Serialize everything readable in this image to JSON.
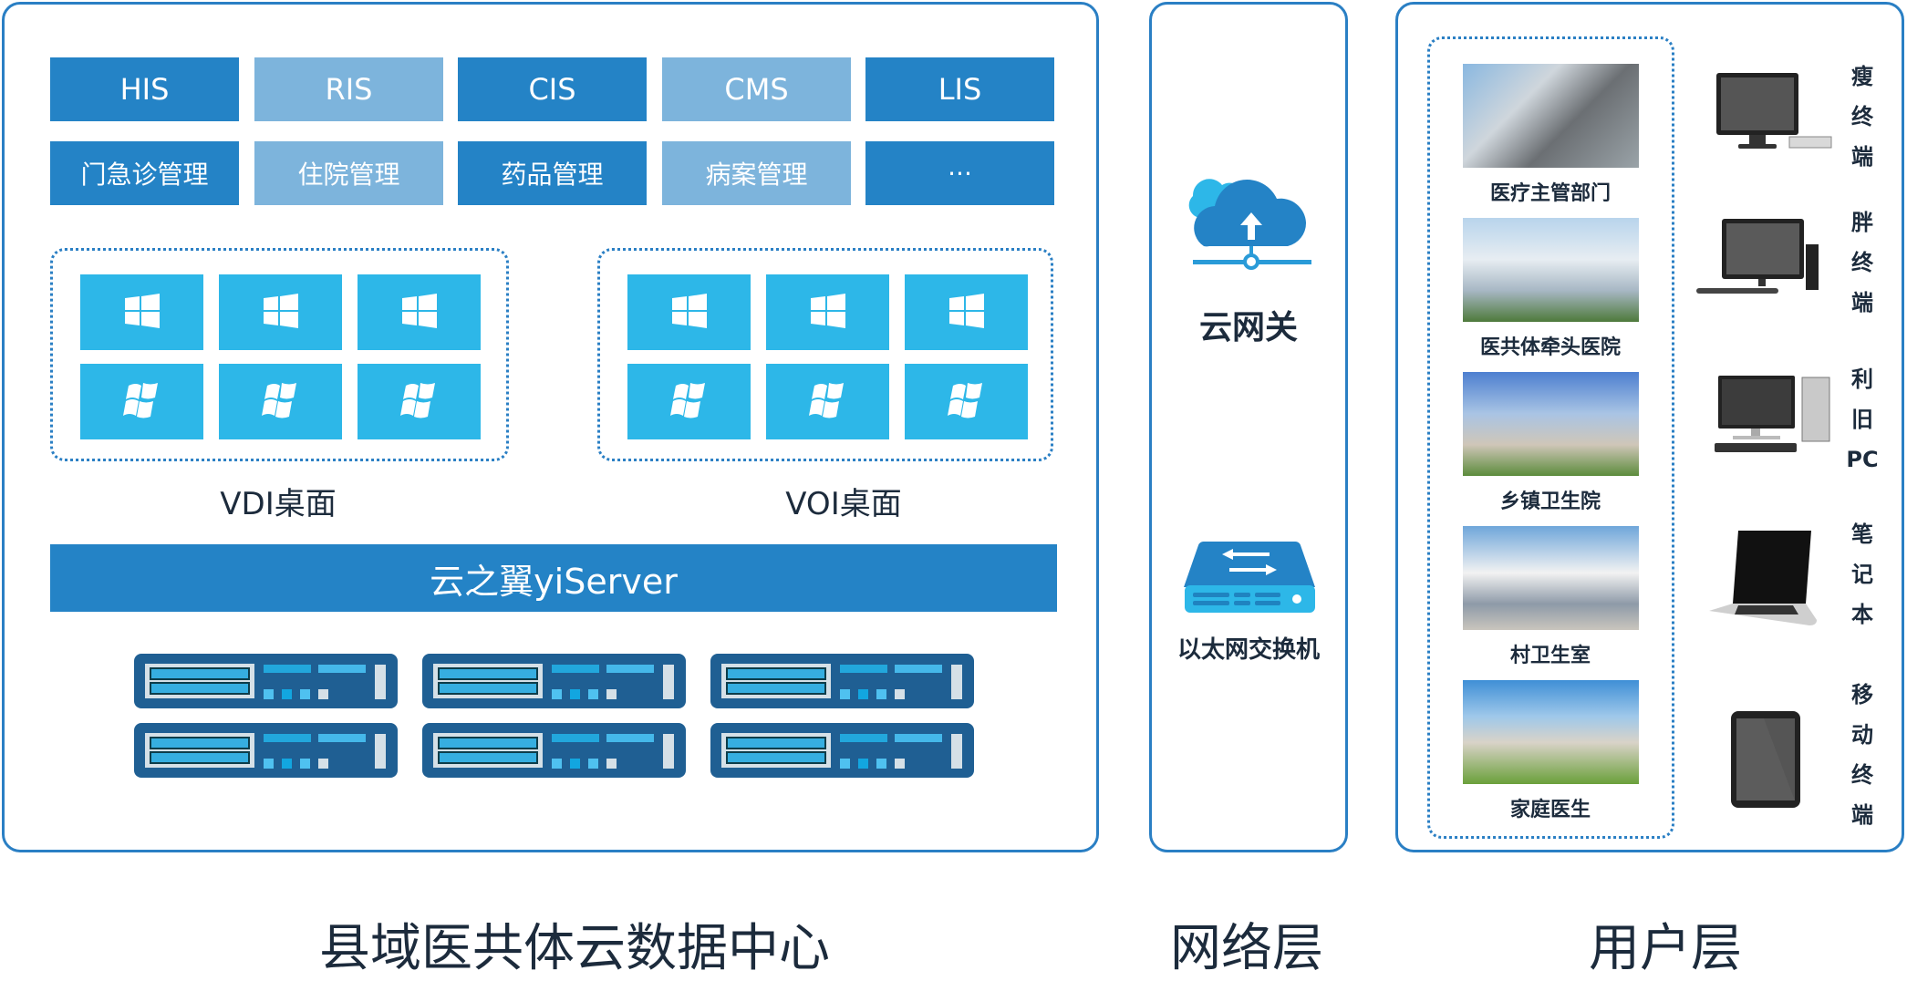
{
  "datacenter": {
    "title": "县域医共体云数据中心",
    "modules_row1": [
      {
        "label": "HIS",
        "tone": "dark"
      },
      {
        "label": "RIS",
        "tone": "light"
      },
      {
        "label": "CIS",
        "tone": "dark"
      },
      {
        "label": "CMS",
        "tone": "light"
      },
      {
        "label": "LIS",
        "tone": "dark"
      }
    ],
    "modules_row2": [
      {
        "label": "门急诊管理",
        "tone": "dark"
      },
      {
        "label": "住院管理",
        "tone": "light"
      },
      {
        "label": "药品管理",
        "tone": "dark"
      },
      {
        "label": "病案管理",
        "tone": "light"
      },
      {
        "label": "···",
        "tone": "dark"
      }
    ],
    "vdi_label": "VDI桌面",
    "voi_label": "VOI桌面",
    "platform_label": "云之翼yiServer",
    "desktop_icons": [
      "windows-8-logo-icon",
      "windows-7-logo-icon"
    ],
    "server_count": 6
  },
  "network": {
    "title": "网络层",
    "gateway_label": "云网关",
    "switch_label": "以太网交换机"
  },
  "users": {
    "title": "用户层",
    "sites": [
      {
        "label": "医疗主管部门"
      },
      {
        "label": "医共体牵头医院"
      },
      {
        "label": "乡镇卫生院"
      },
      {
        "label": "村卫生室"
      },
      {
        "label": "家庭医生"
      }
    ],
    "devices": [
      {
        "label": "瘦终端",
        "chars": [
          "瘦",
          "终",
          "端"
        ]
      },
      {
        "label": "胖终端",
        "chars": [
          "胖",
          "终",
          "端"
        ]
      },
      {
        "label": "利旧PC",
        "chars": [
          "利",
          "旧",
          "PC"
        ]
      },
      {
        "label": "笔记本",
        "chars": [
          "笔",
          "记",
          "本"
        ]
      },
      {
        "label": "移动终端",
        "chars": [
          "移",
          "动",
          "终",
          "端"
        ]
      }
    ]
  },
  "colors": {
    "border": "#2a7fc4",
    "module_dark": "#2483c6",
    "module_light": "#7db4dc",
    "tile": "#2db7e8",
    "server": "#1f5f93",
    "text": "#1c2b3c"
  }
}
